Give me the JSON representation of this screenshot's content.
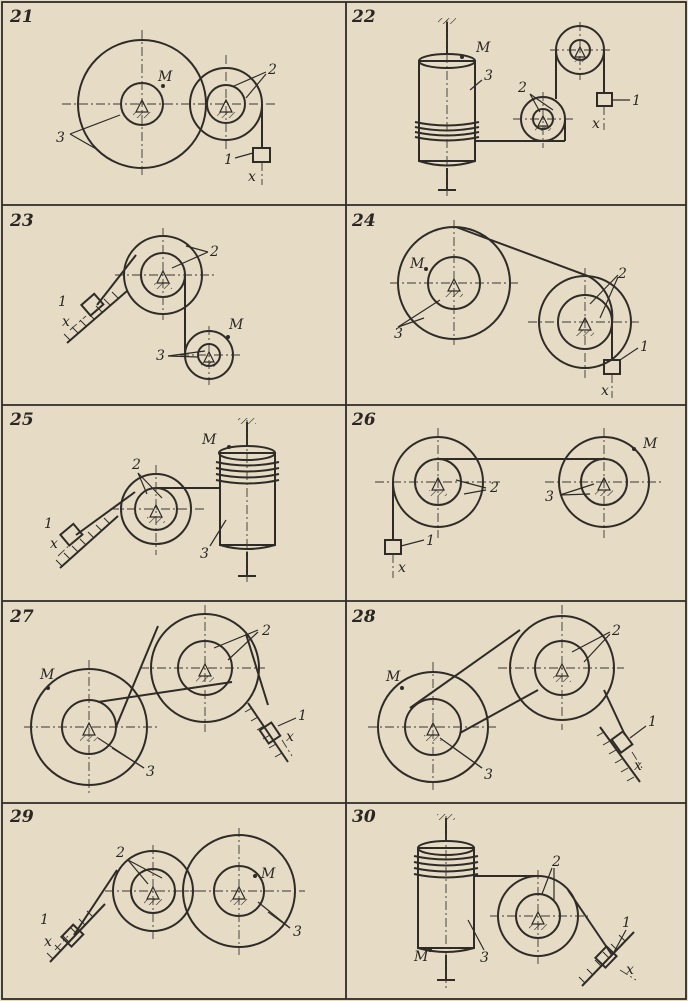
{
  "sheet": {
    "cells": [
      {
        "number": "21",
        "labels": [
          "M",
          "2",
          "3",
          "1",
          "x"
        ]
      },
      {
        "number": "22",
        "labels": [
          "M",
          "3",
          "2",
          "1",
          "x"
        ]
      },
      {
        "number": "23",
        "labels": [
          "2",
          "1",
          "x",
          "M",
          "3"
        ]
      },
      {
        "number": "24",
        "labels": [
          "M",
          "3",
          "2",
          "1",
          "x"
        ]
      },
      {
        "number": "25",
        "labels": [
          "M",
          "2",
          "1",
          "x",
          "3"
        ]
      },
      {
        "number": "26",
        "labels": [
          "M",
          "2",
          "3",
          "1",
          "x"
        ]
      },
      {
        "number": "27",
        "labels": [
          "2",
          "M",
          "1",
          "x",
          "3"
        ]
      },
      {
        "number": "28",
        "labels": [
          "2",
          "M",
          "1",
          "x",
          "3"
        ]
      },
      {
        "number": "29",
        "labels": [
          "2",
          "M",
          "1",
          "x",
          "3"
        ]
      },
      {
        "number": "30",
        "labels": [
          "2",
          "1",
          "x",
          "M",
          "3"
        ]
      }
    ]
  }
}
